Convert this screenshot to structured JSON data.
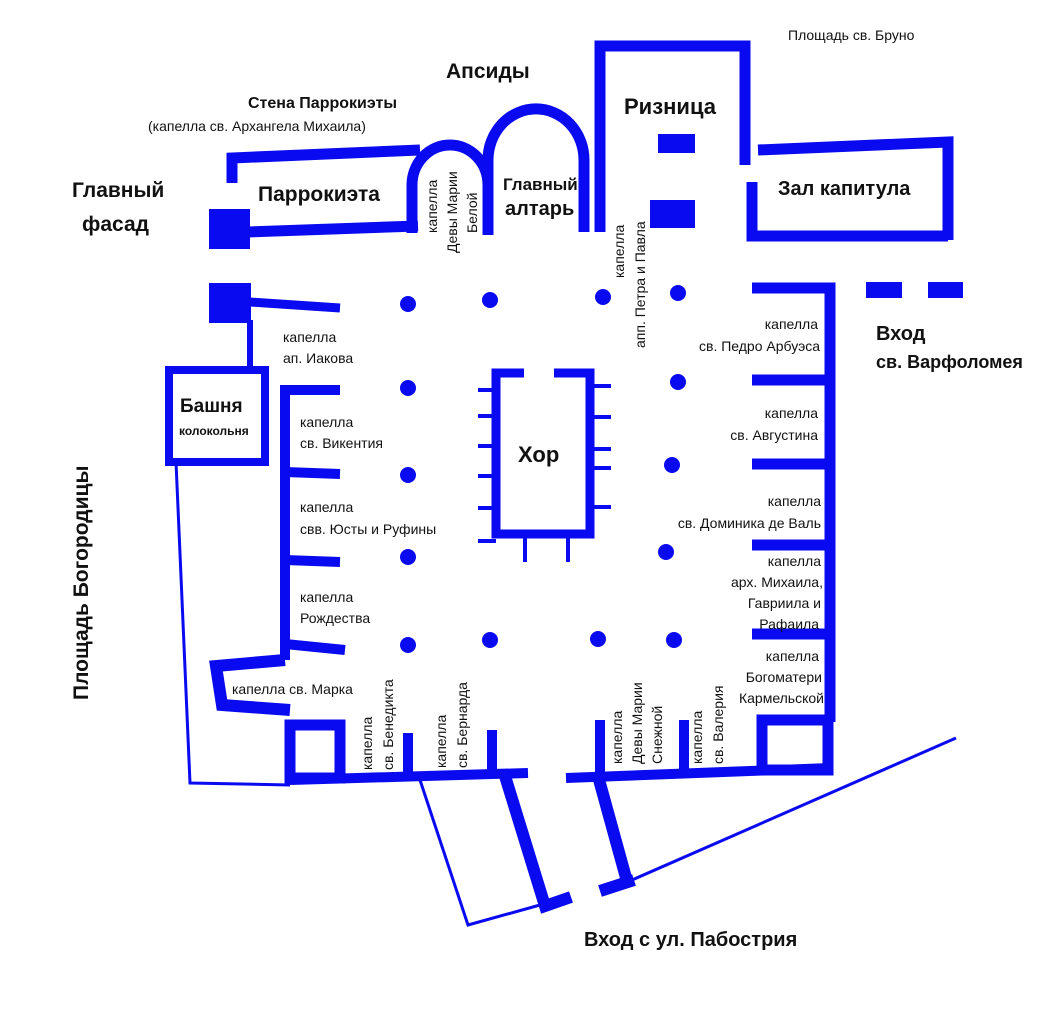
{
  "title": "План собора",
  "accent_color": "#0a0af0",
  "labels": {
    "bruno": "Площадь св. Бруно",
    "apses": "Апсиды",
    "wall_title": "Стена Паррокиэты",
    "wall_sub": "(капелла св. Архангела Михаила)",
    "sacristy": "Ризница",
    "main_facade_1": "Главный",
    "main_facade_2": "фасад",
    "parrokieta": "Паррокиэта",
    "altar_1": "Главный",
    "altar_2": "алтарь",
    "chapter": "Зал капитула",
    "entry_bart_1": "Вход",
    "entry_bart_2": "св. Варфоломея",
    "tower_1": "Башня",
    "tower_2": "колокольня",
    "choir": "Хор",
    "plaza_mother": "Площадь Богородицы",
    "entry_pabostria": "Вход с ул. Пабострия"
  },
  "chapels": {
    "maria_white": [
      "капелла",
      "Девы Марии",
      "Белой"
    ],
    "peter_paul": [
      "капелла",
      "апп. Петра и Павла"
    ],
    "iakov": [
      "капелла",
      "ап. Иакова"
    ],
    "vikentiy": [
      "капелла",
      "св. Викентия"
    ],
    "justa": [
      "капелла",
      "свв. Юсты и Руфины"
    ],
    "nativity": [
      "капелла",
      "Рождества"
    ],
    "mark": "капелла св. Марка",
    "benedict": [
      "капелла",
      "св. Бенедикта"
    ],
    "bernard": [
      "капелла",
      "св. Бернарда"
    ],
    "maria_snow": [
      "капелла",
      "Девы Марии",
      "Снежной"
    ],
    "valeriy": [
      "капелла",
      "св. Валерия"
    ],
    "pedro": [
      "капелла",
      "св. Педро Арбуэса"
    ],
    "augustine": [
      "капелла",
      "св. Августина"
    ],
    "dominic": [
      "капелла",
      "св. Доминика де Валь"
    ],
    "archangels": [
      "капелла",
      "арх. Михаила,",
      "Гавриила и",
      "Рафаила"
    ],
    "carmel": [
      "капелла",
      "Богоматери",
      "Кармельской"
    ]
  }
}
